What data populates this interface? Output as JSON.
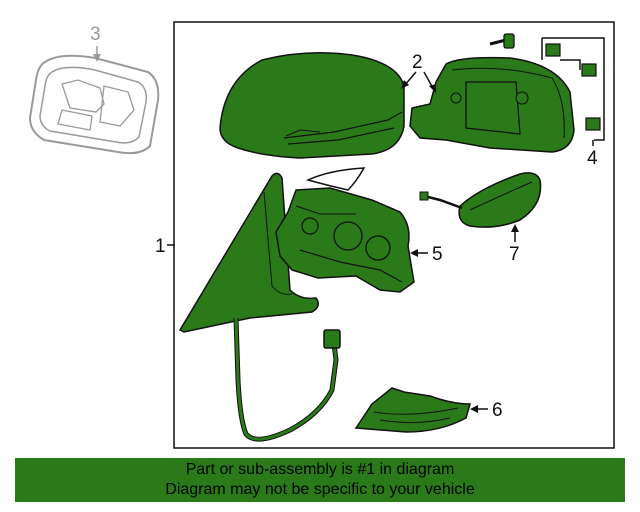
{
  "diagram": {
    "callouts": {
      "c1": "1",
      "c2": "2",
      "c3": "3",
      "c4": "4",
      "c5": "5",
      "c6": "6",
      "c7": "7"
    },
    "colors": {
      "part_fill": "#2a7a1a",
      "outline": "#111111",
      "ghost_part": "#9a9a9a",
      "frame": "#111111"
    }
  },
  "footer": {
    "line1": "Part or sub-assembly is #1 in diagram",
    "line2": "Diagram may not be specific to your vehicle"
  }
}
